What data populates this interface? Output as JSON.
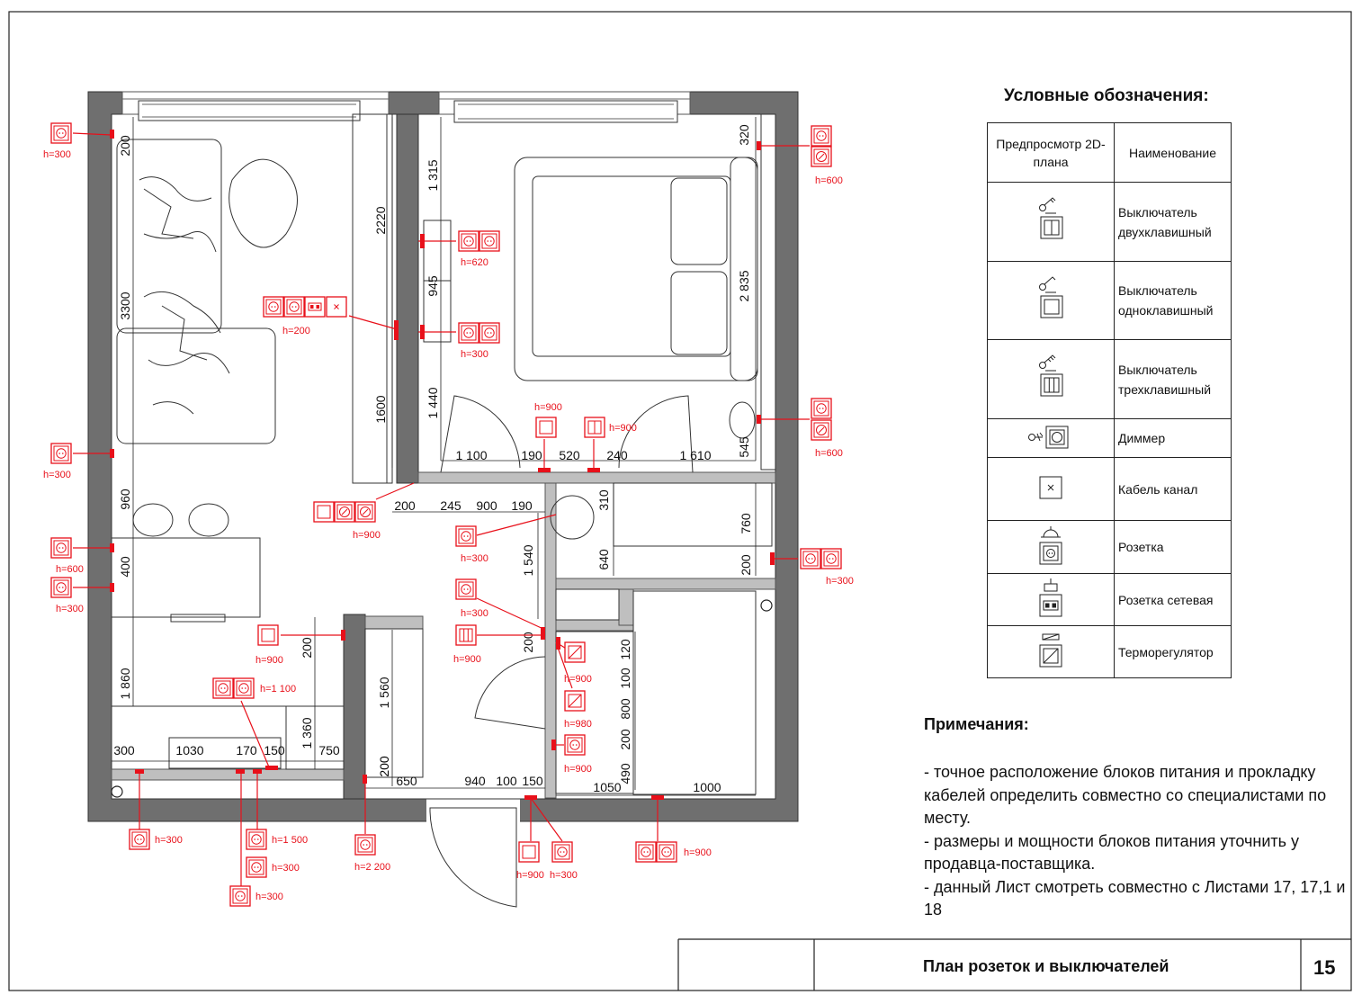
{
  "legend": {
    "title": "Условные обозначения:",
    "header_preview": "Предпросмотр 2D-плана",
    "header_name": "Наименование",
    "rows": [
      {
        "icon": "double-switch-icon",
        "name": "Выключатель двухклавишный"
      },
      {
        "icon": "single-switch-icon",
        "name": "Выключатель одноклавишный"
      },
      {
        "icon": "triple-switch-icon",
        "name": "Выключатель трехклавишный"
      },
      {
        "icon": "dimmer-icon",
        "name": "Диммер"
      },
      {
        "icon": "cable-channel-icon",
        "name": "Кабель канал"
      },
      {
        "icon": "socket-icon",
        "name": "Розетка"
      },
      {
        "icon": "network-socket-icon",
        "name": "Розетка сетевая"
      },
      {
        "icon": "thermostat-icon",
        "name": "Терморегулятор"
      }
    ]
  },
  "notes": {
    "title": "Примечания:",
    "items": [
      "- точное расположение блоков питания и прокладку кабелей определить совместно со специалистами по месту.",
      "- размеры и мощности блоков питания уточнить у продавца-поставщика.",
      "- данный Лист смотреть совместно с Листами 17, 17,1 и 18"
    ]
  },
  "stamp": {
    "title": "План розеток и выключателей",
    "sheet_number": "15"
  },
  "colors": {
    "wall": "#6f6f6f",
    "marker": "#e8101a",
    "line": "#222222"
  },
  "plan": {
    "dimensions": [
      "200",
      "3300",
      "1600",
      "2220",
      "1 315",
      "945",
      "1 440",
      "2 835",
      "320",
      "545",
      "1 100",
      "190",
      "520",
      "240",
      "1 610",
      "200",
      "245",
      "900",
      "190",
      "960",
      "400",
      "310",
      "1 540",
      "640",
      "760",
      "200",
      "200",
      "1 860",
      "1 560",
      "1 360",
      "200",
      "120",
      "100",
      "800",
      "200",
      "490",
      "300",
      "1030",
      "170",
      "150",
      "750",
      "650",
      "940",
      "100",
      "150",
      "1050",
      "1000"
    ],
    "heights": [
      "h=300",
      "h=300",
      "h=600",
      "h=300",
      "h=200",
      "h=620",
      "h=300",
      "h=600",
      "h=600",
      "h=900",
      "h=900",
      "h=900",
      "h=300",
      "h=300",
      "h=300",
      "h=900",
      "h=900",
      "h=1 100",
      "h=900",
      "h=980",
      "h=900",
      "h=300",
      "h=1 500",
      "h=300",
      "h=300",
      "h=2 200",
      "h=900",
      "h=300",
      "h=900"
    ]
  }
}
